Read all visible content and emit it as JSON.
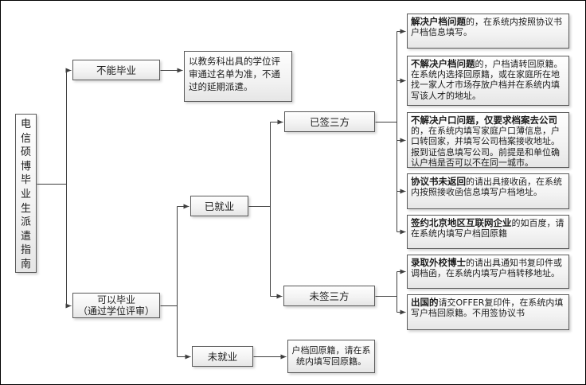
{
  "diagram_title": "电信硕博毕业生派遣指南",
  "nodes": {
    "main": {
      "label": "电信硕博毕业生派遣指南"
    },
    "cannot_graduate": {
      "label": "不能毕业"
    },
    "cannot_graduate_note": {
      "text": "以教务科出具的学位评审通过名单为准，不通过的延期派遣。"
    },
    "can_graduate": {
      "line1": "可以毕业",
      "line2": "（通过学位评审）"
    },
    "employed": {
      "label": "已就业"
    },
    "unemployed": {
      "label": "未就业"
    },
    "unemployed_note": {
      "text": "户档回原籍，请在系统内填写回原籍。"
    },
    "signed_tripartite": {
      "label": "已签三方"
    },
    "unsigned_tripartite": {
      "label": "未签三方"
    },
    "signed_notes": [
      {
        "bold": "解决户档问题",
        "rest": "的，在系统内按照协议书户档信息填写。"
      },
      {
        "bold": "不解决户档问题",
        "rest": "的，户档请转回原籍。在系统内选择回原籍，或在家庭所在地找一家人才市场存放户档并在系统内填写该人才的地址。"
      },
      {
        "bold": "不解决户口问题，仅要求档案去公司",
        "rest": "的，在系统内填写家庭户口薄信息，户口转回家，并填写公司档案接收地址。报到证信息填写公司。前提是和单位确认户档是否可以不在同一城市。"
      },
      {
        "bold": "协议书未返回",
        "rest": "的请出具接收函，在系统内按照接收函信息填写户档地址。"
      },
      {
        "bold": "签约北京地区互联网企业",
        "rest": "的如百度，请在系统内填写户档回原籍"
      }
    ],
    "unsigned_notes": [
      {
        "bold": "录取外校博士",
        "rest": "的请出具通知书复印件或调档函，在系统内填写户档转移地址。"
      },
      {
        "bold": "出国的",
        "rest": "请交OFFER复印件，在系统内填写户档回原籍。不用签协议书"
      }
    ],
    "line_color": "#3f3f3f"
  }
}
